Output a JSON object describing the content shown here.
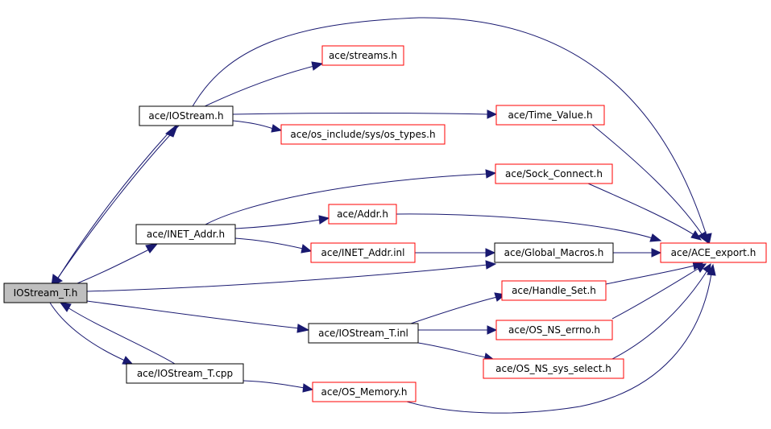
{
  "graph": {
    "colors": {
      "edge": "#191970",
      "root_fill": "#bfbfbf",
      "box_border_black": "#000000",
      "box_border_red": "#ff0000",
      "box_fill": "#ffffff"
    },
    "nodes": {
      "iostream_t_h": "IOStream_T.h",
      "iostream_h": "ace/IOStream.h",
      "inet_addr_h": "ace/INET_Addr.h",
      "iostream_t_cpp": "ace/IOStream_T.cpp",
      "streams_h": "ace/streams.h",
      "time_value_h": "ace/Time_Value.h",
      "os_types_h": "ace/os_include/sys/os_types.h",
      "sock_connect_h": "ace/Sock_Connect.h",
      "addr_h": "ace/Addr.h",
      "inet_addr_inl": "ace/INET_Addr.inl",
      "global_macros_h": "ace/Global_Macros.h",
      "ace_export_h": "ace/ACE_export.h",
      "handle_set_h": "ace/Handle_Set.h",
      "iostream_t_inl": "ace/IOStream_T.inl",
      "os_ns_errno_h": "ace/OS_NS_errno.h",
      "os_ns_sys_select_h": "ace/OS_NS_sys_select.h",
      "os_memory_h": "ace/OS_Memory.h"
    }
  }
}
